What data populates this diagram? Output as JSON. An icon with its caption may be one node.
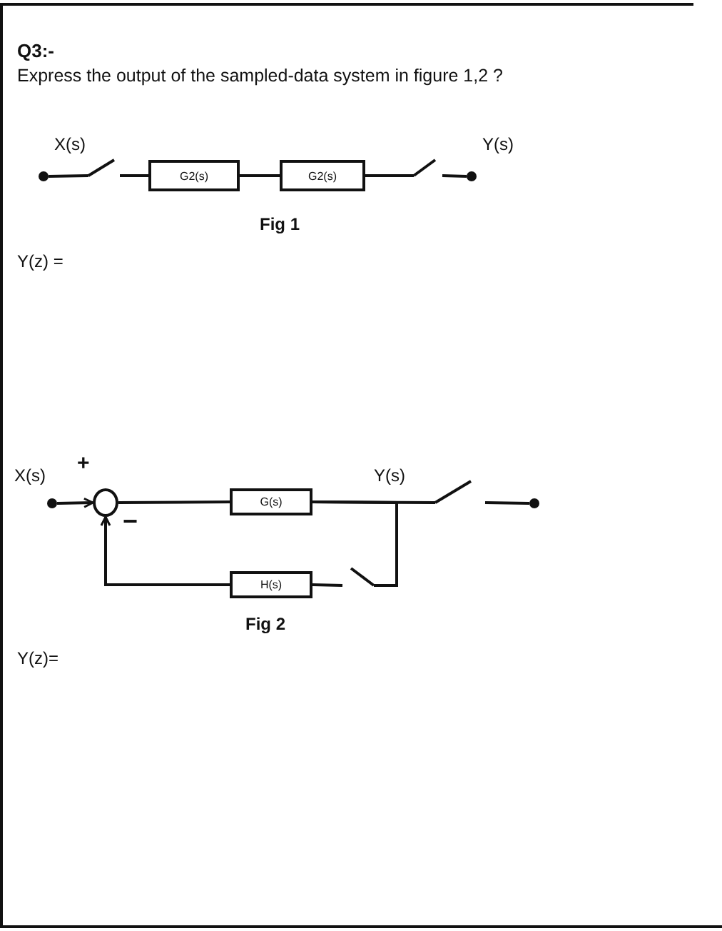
{
  "diagram": {
    "title": "Q3:-",
    "nodes": [
      {
        "text": [],
        "shape": "circle"
      },
      {
        "text": [],
        "shape": "switch"
      },
      {
        "text": [
          "G2(s)"
        ]
      },
      {
        "text": [
          "G2(s)"
        ]
      },
      {
        "text": [],
        "shape": "switch"
      },
      {
        "text": [],
        "shape": "circle",
        "beside": [
          "Y(s)"
        ]
      },
      {
        "text": [],
        "shape": "circle",
        "beside": [
          "X(s)"
        ]
      },
      {
        "text": [],
        "shape": "circle"
      },
      {
        "text": [
          "G(s)"
        ]
      },
      {
        "text": [
          "H(s)"
        ]
      },
      {
        "text": [],
        "shape": "switch"
      },
      {
        "text": [],
        "shape": "circle"
      },
      {
        "text": [],
        "shape": "switch"
      }
    ],
    "edges": [
      {
        "from": 0,
        "to": 1,
        "arrow": "none"
      },
      {
        "from": 1,
        "to": 2,
        "arrow": "none"
      },
      {
        "from": 2,
        "to": 3,
        "arrow": "none"
      },
      {
        "from": 3,
        "to": 4,
        "arrow": "none"
      },
      {
        "from": 4,
        "to": 5,
        "arrow": "none"
      },
      {
        "from": 6,
        "to": 7,
        "arrow": "to"
      },
      {
        "from": 7,
        "to": 8,
        "arrow": "none"
      },
      {
        "from": 8,
        "to": 10,
        "arrow": "none"
      },
      {
        "from": 10,
        "to": 11,
        "arrow": "none"
      },
      {
        "from": 8,
        "to": 12,
        "arrow": "none"
      },
      {
        "from": 12,
        "to": 9,
        "arrow": "none"
      },
      {
        "from": 9,
        "to": 7,
        "arrow": "to"
      }
    ],
    "labels": [
      "Express the output of the sampled-data system in figure 1,2 ?",
      "X(s)",
      "Fig 1",
      "Y(z) =",
      "+",
      "−",
      "Y(s)",
      "Fig 2",
      "Y(z)="
    ]
  }
}
